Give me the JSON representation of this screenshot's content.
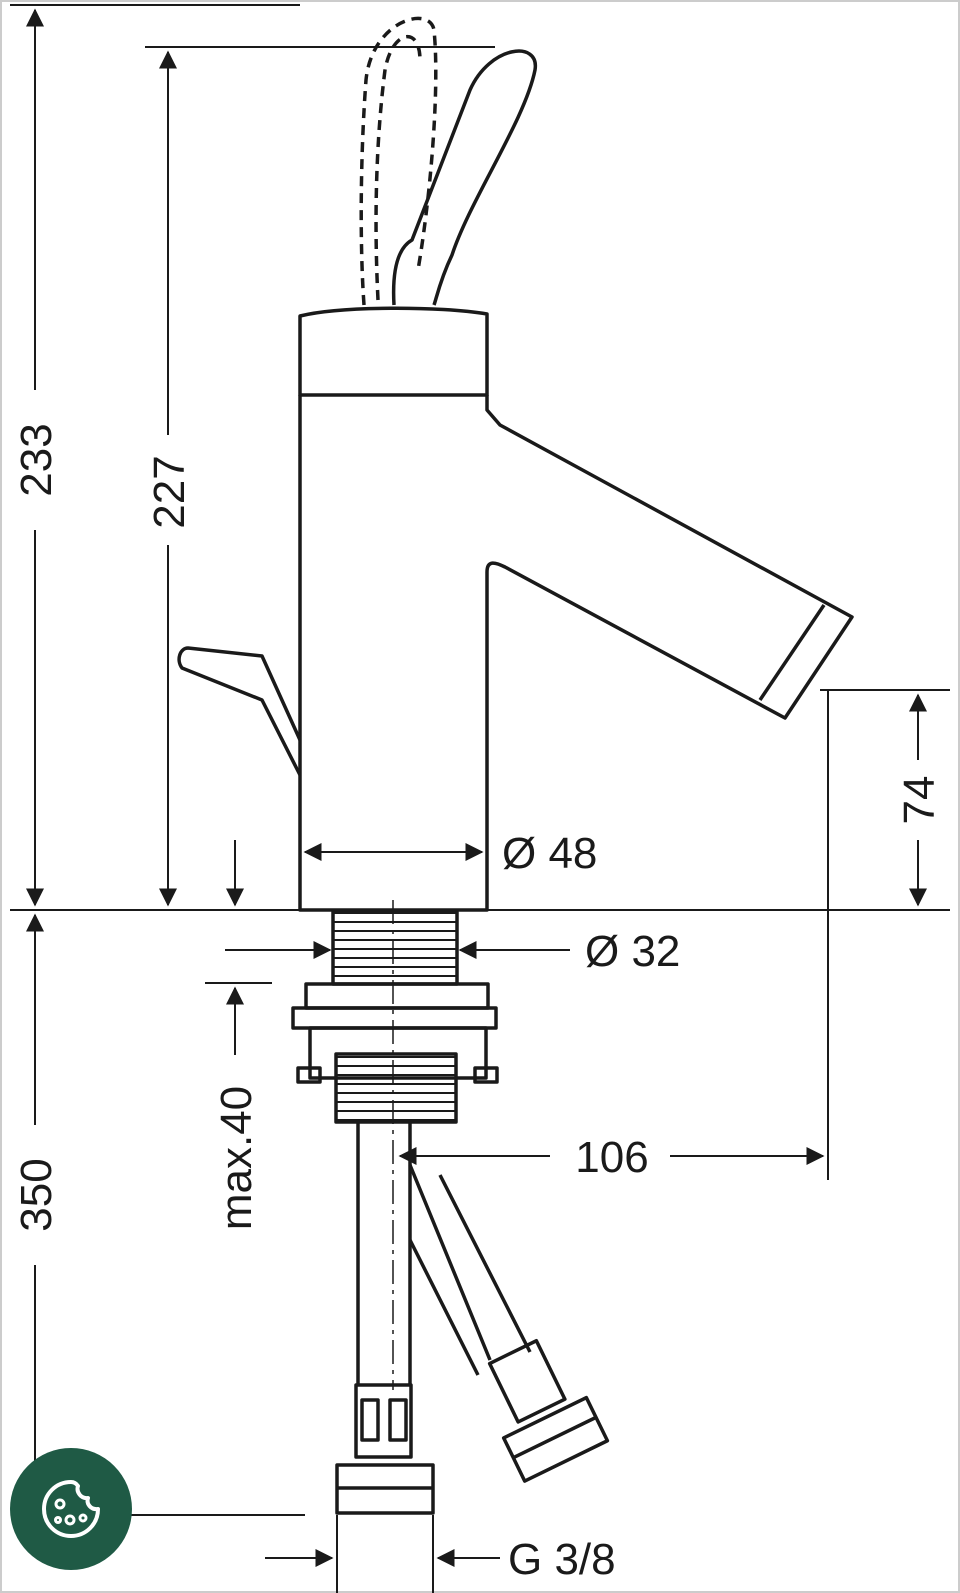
{
  "drawing": {
    "dimensions": {
      "total_height": "233",
      "spout_height": "227",
      "spout_clearance": "74",
      "body_diameter": "Ø 48",
      "thread_diameter": "Ø 32",
      "max_deck_thickness": "max.40",
      "spout_reach": "106",
      "hose_length": "350",
      "connection_thread": "G 3/8"
    }
  },
  "cookie_button": {
    "icon": "cookie-icon",
    "color": "#1f5a45"
  }
}
